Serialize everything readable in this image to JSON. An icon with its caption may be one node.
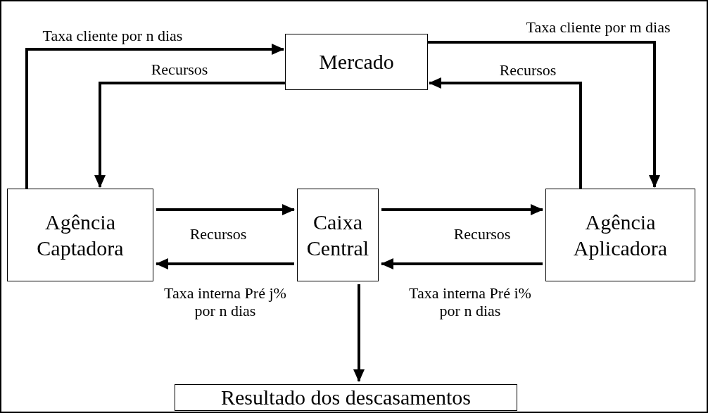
{
  "diagram": {
    "nodes": [
      {
        "text": [
          "Mercado"
        ]
      },
      {
        "text": [
          "Agência Captadora"
        ]
      },
      {
        "text": [
          "Caixa Central"
        ]
      },
      {
        "text": [
          "Agência Aplicadora"
        ]
      },
      {
        "text": [
          "Resultado dos descasamentos"
        ]
      }
    ],
    "edges": [
      {
        "from": 1,
        "to": 0,
        "arrow": "to",
        "label": "Taxa cliente por n dias"
      },
      {
        "from": 0,
        "to": 1,
        "arrow": "to",
        "label": "Recursos"
      },
      {
        "from": 0,
        "to": 3,
        "arrow": "to",
        "label": "Taxa cliente por m dias"
      },
      {
        "from": 3,
        "to": 0,
        "arrow": "to",
        "label": "Recursos"
      },
      {
        "from": 1,
        "to": 2,
        "arrow": "to",
        "label": "Recursos"
      },
      {
        "from": 2,
        "to": 1,
        "arrow": "to",
        "label": "Taxa interna Pré j% por n dias"
      },
      {
        "from": 2,
        "to": 3,
        "arrow": "to",
        "label": "Recursos"
      },
      {
        "from": 3,
        "to": 2,
        "arrow": "to",
        "label": "Taxa interna Pré i% por n dias"
      },
      {
        "from": 2,
        "to": 4,
        "arrow": "to"
      }
    ]
  }
}
